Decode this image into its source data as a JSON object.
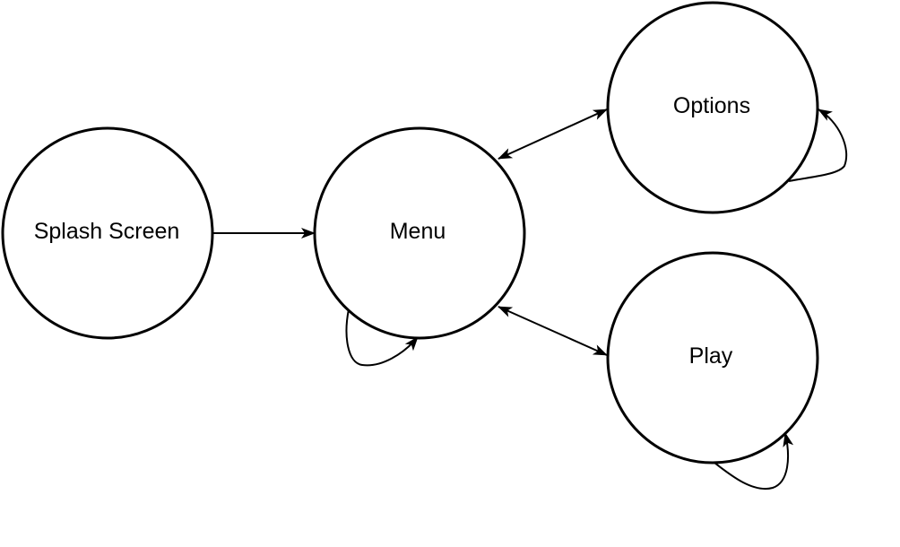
{
  "diagram": {
    "type": "state-diagram",
    "nodes": [
      {
        "id": "splash",
        "label": "Splash Screen"
      },
      {
        "id": "menu",
        "label": "Menu"
      },
      {
        "id": "options",
        "label": "Options"
      },
      {
        "id": "play",
        "label": "Play"
      }
    ],
    "edges": [
      {
        "from": "splash",
        "to": "menu",
        "direction": "one-way"
      },
      {
        "from": "menu",
        "to": "options",
        "direction": "two-way"
      },
      {
        "from": "menu",
        "to": "play",
        "direction": "two-way"
      },
      {
        "from": "menu",
        "to": "menu",
        "direction": "self-loop"
      },
      {
        "from": "options",
        "to": "options",
        "direction": "self-loop"
      },
      {
        "from": "play",
        "to": "play",
        "direction": "self-loop"
      }
    ],
    "colors": {
      "stroke": "#000000",
      "fill": "#ffffff",
      "background": "#ffffff"
    }
  }
}
